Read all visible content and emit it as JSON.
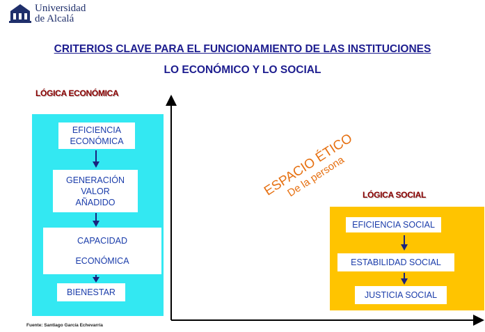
{
  "logo": {
    "line1": "Universidad",
    "line2": "de Alcalá"
  },
  "title": {
    "main": "CRITERIOS CLAVE PARA EL FUNCIONAMIENTO DE LAS INSTITUCIONES",
    "sub": "LO ECONÓMICO Y LO SOCIAL"
  },
  "economic": {
    "label": "LÓGICA ECONÓMICA",
    "steps": [
      {
        "line1": "EFICIENCIA",
        "line2": "ECONÓMICA"
      },
      {
        "line1": "GENERACIÓN",
        "line2": "VALOR",
        "line3": "AÑADIDO"
      },
      {
        "line1": "CAPACIDAD",
        "line2": "ECONÓMICA"
      },
      {
        "line1": "BIENESTAR"
      }
    ]
  },
  "ethical": {
    "line1": "ESPACIO ÉTICO",
    "line2": "De la persona"
  },
  "social": {
    "label": "LÓGICA SOCIAL",
    "steps": [
      "EFICIENCIA SOCIAL",
      "ESTABILIDAD SOCIAL",
      "JUSTICIA SOCIAL"
    ]
  },
  "source": "Fuente: Santiago García Echevarría",
  "colors": {
    "title": "#1d1d8f",
    "label": "#8b0000",
    "economic_panel": "#33e8f2",
    "social_panel": "#ffc400",
    "box_text": "#1a3caa",
    "ethic_text": "#e67011"
  }
}
